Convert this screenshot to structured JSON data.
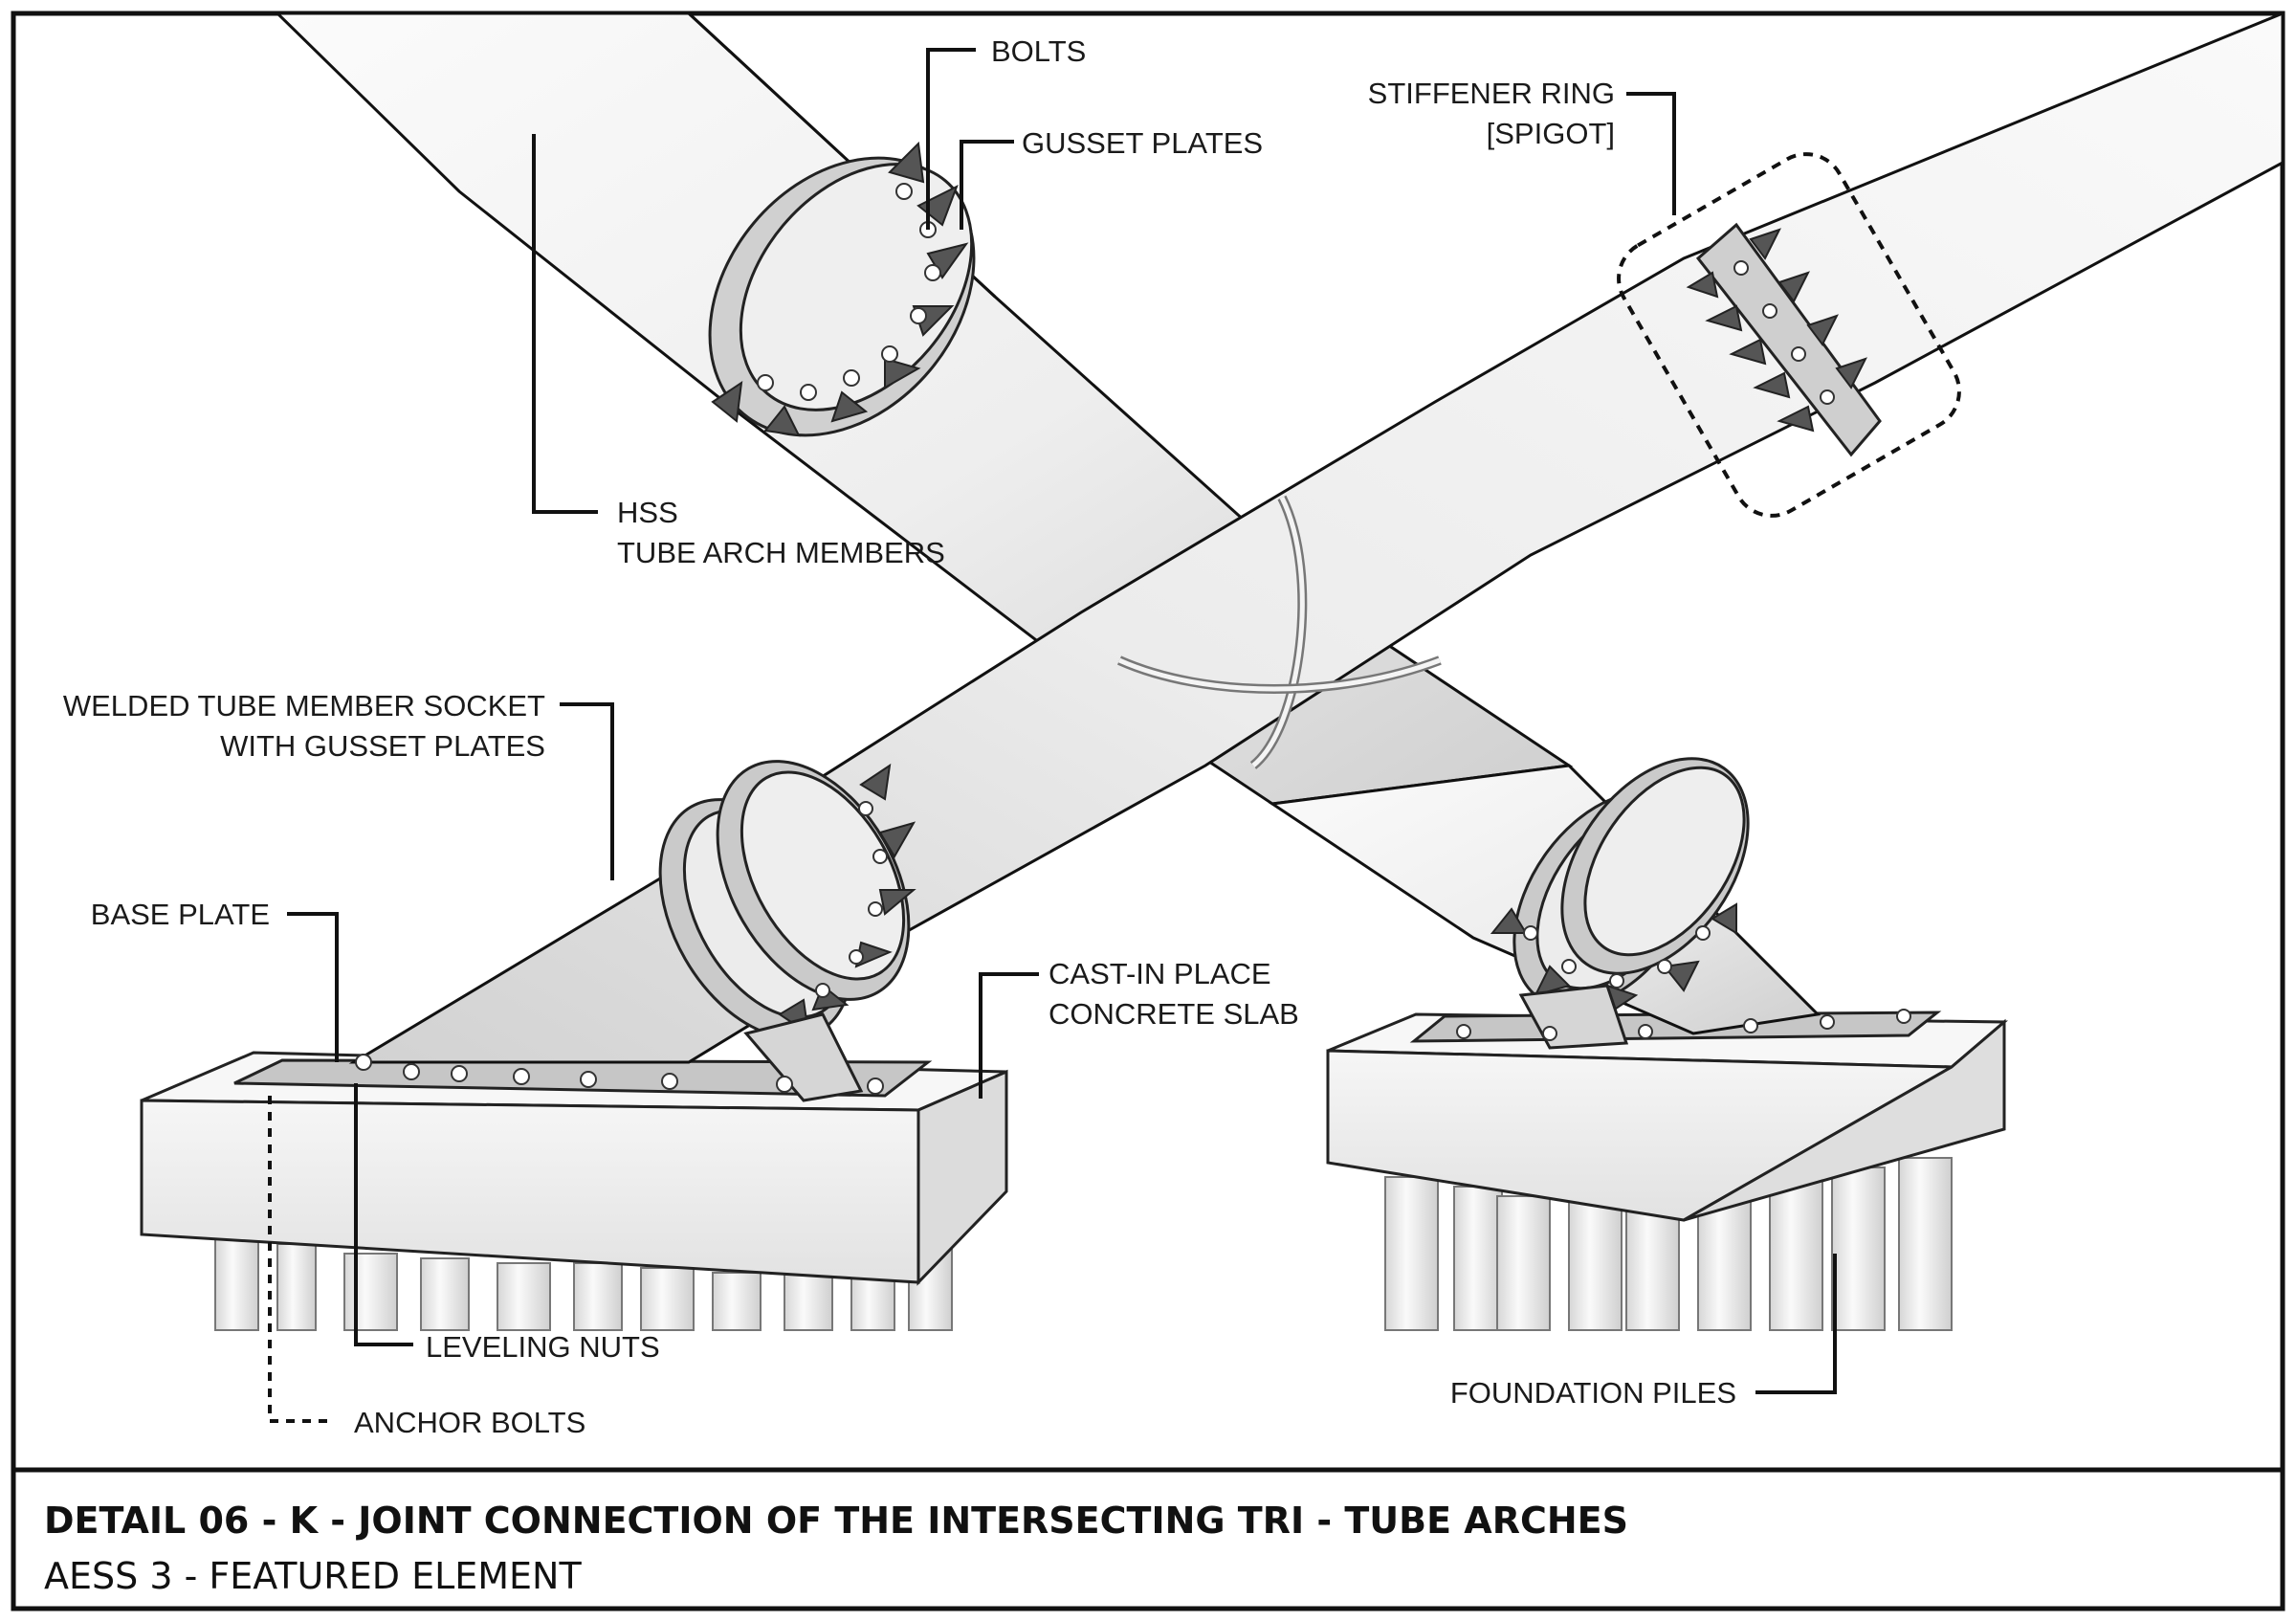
{
  "labels": {
    "bolts": "BOLTS",
    "gusset_plates": "GUSSET PLATES",
    "stiffener_ring_line1": "STIFFENER RING",
    "stiffener_ring_line2": "[SPIGOT]",
    "hss_line1": "HSS",
    "hss_line2": "TUBE ARCH MEMBERS",
    "welded_socket_line1": "WELDED TUBE MEMBER SOCKET",
    "welded_socket_line2": "WITH GUSSET PLATES",
    "base_plate": "BASE PLATE",
    "cast_in_place_line1": "CAST-IN PLACE",
    "cast_in_place_line2": "CONCRETE SLAB",
    "leveling_nuts": "LEVELING NUTS",
    "anchor_bolts": "ANCHOR BOLTS",
    "foundation_piles": "FOUNDATION PILES"
  },
  "title_block": {
    "title": "DETAIL 06 - K - JOINT CONNECTION OF THE INTERSECTING TRI - TUBE ARCHES",
    "subtitle": "AESS 3 - FEATURED ELEMENT"
  },
  "colors": {
    "line": "#111111",
    "tube_light": "#f7f7f7",
    "tube_shade": "#d9d9d9",
    "concrete": "#f1f1f1",
    "plate": "#bdbdbd"
  }
}
